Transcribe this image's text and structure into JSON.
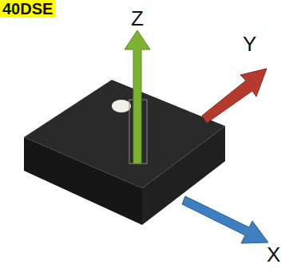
{
  "diagram": {
    "labels": [
      "40DSE",
      "Z",
      "Y",
      "X"
    ]
  }
}
